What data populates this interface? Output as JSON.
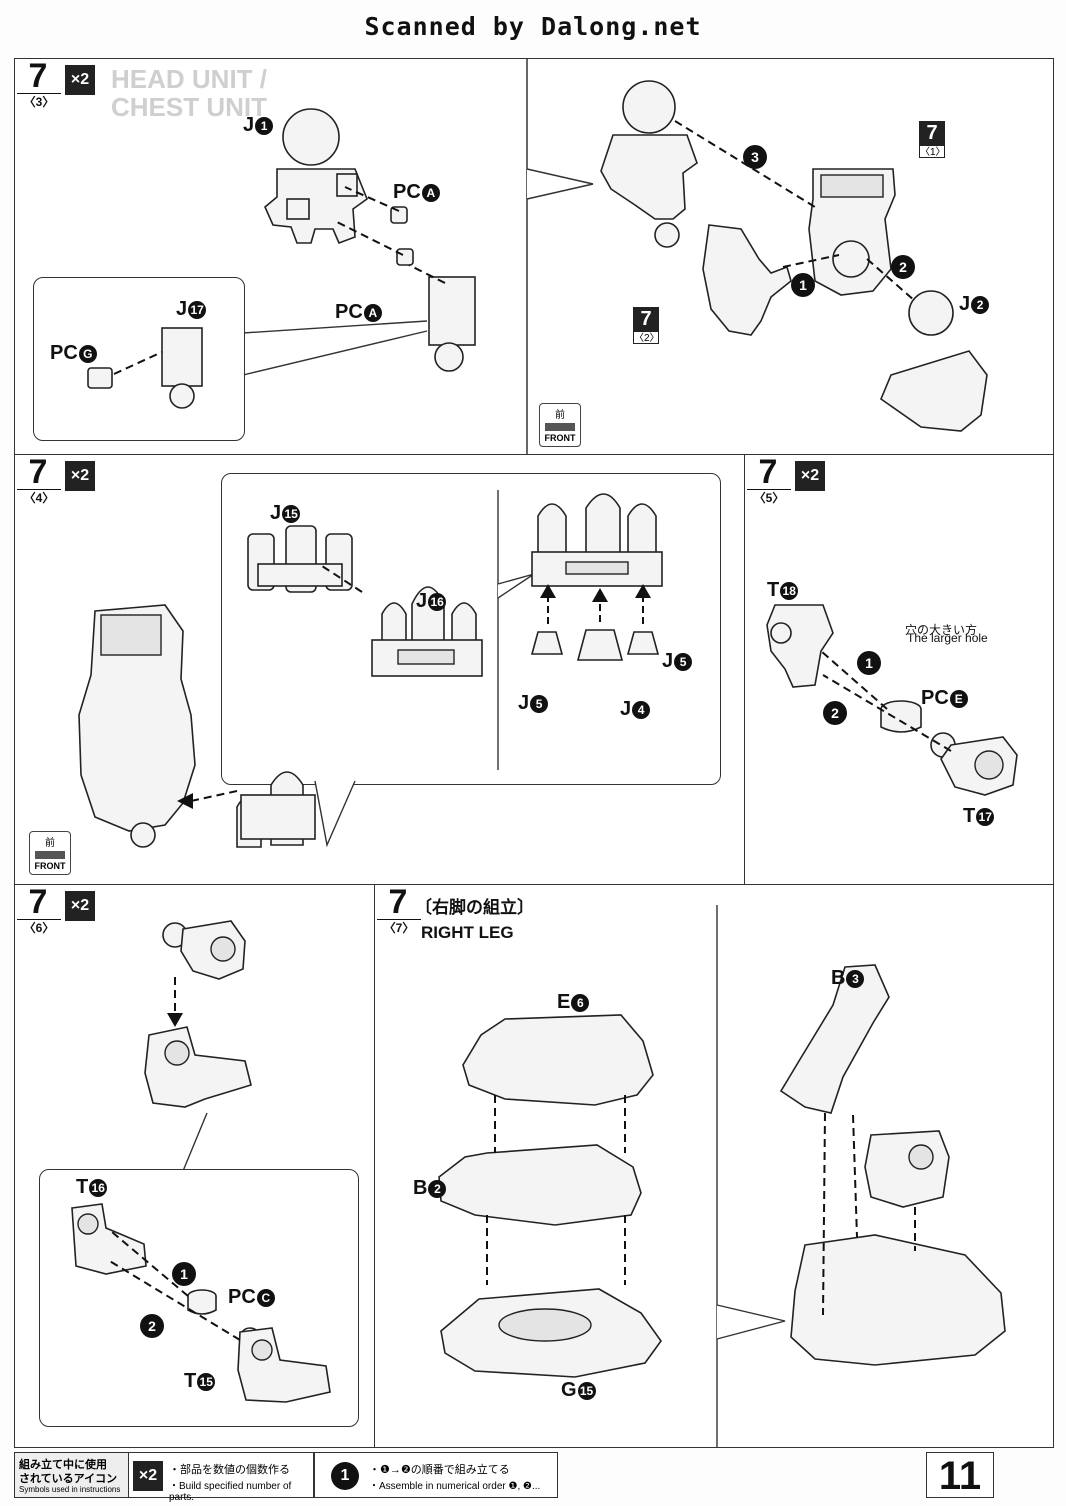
{
  "scanner": "Scanned by Dalong.net",
  "x2": "×2",
  "front": {
    "kanji": "前",
    "label": "FRONT"
  },
  "step3": {
    "num": "7",
    "sub": "〈3〉",
    "heading1": "HEAD UNIT /",
    "heading2": "CHEST UNIT",
    "j1": "J",
    "j1n": "1",
    "pca1": "PC",
    "pca1n": "A",
    "pca2": "PC",
    "pca2n": "A",
    "j17": "J",
    "j17n": "17",
    "pcg": "PC",
    "pcgn": "G",
    "order3": "3",
    "order2": "2",
    "order1": "1",
    "ref1": {
      "n": "7",
      "s": "〈1〉"
    },
    "ref2": {
      "n": "7",
      "s": "〈2〉"
    },
    "j2": "J",
    "j2n": "2"
  },
  "step4": {
    "num": "7",
    "sub": "〈4〉",
    "j15": "J",
    "j15n": "15",
    "j16": "J",
    "j16n": "16",
    "j5a": "J",
    "j5an": "5",
    "j5b": "J",
    "j5bn": "5",
    "j4": "J",
    "j4n": "4"
  },
  "step5": {
    "num": "7",
    "sub": "〈5〉",
    "t18": "T",
    "t18n": "18",
    "hole_jp": "穴の大きい方",
    "hole_en": "The larger hole",
    "pce": "PC",
    "pcen": "E",
    "t17": "T",
    "t17n": "17",
    "order1": "1",
    "order2": "2"
  },
  "step6": {
    "num": "7",
    "sub": "〈6〉",
    "t16": "T",
    "t16n": "16",
    "pcc": "PC",
    "pccn": "C",
    "t15": "T",
    "t15n": "15",
    "order1": "1",
    "order2": "2"
  },
  "step7": {
    "num": "7",
    "sub": "〈7〉",
    "title_jp": "〔右脚の組立〕",
    "title_en": "RIGHT LEG",
    "e6": "E",
    "e6n": "6",
    "b2": "B",
    "b2n": "2",
    "g15": "G",
    "g15n": "15",
    "b3": "B",
    "b3n": "3"
  },
  "footer": {
    "icons_jp1": "組み立て中に使用",
    "icons_jp2": "されているアイコン",
    "icons_en": "Symbols used in instructions",
    "x2_jp": "・部品を数値の個数作る",
    "x2_en": "・Build specified number of parts.",
    "order_icon": "1",
    "order_jp": "・❶→❷の順番で組み立てる",
    "order_en": "・Assemble in numerical order ❶, ❷..."
  },
  "page_number": "11"
}
